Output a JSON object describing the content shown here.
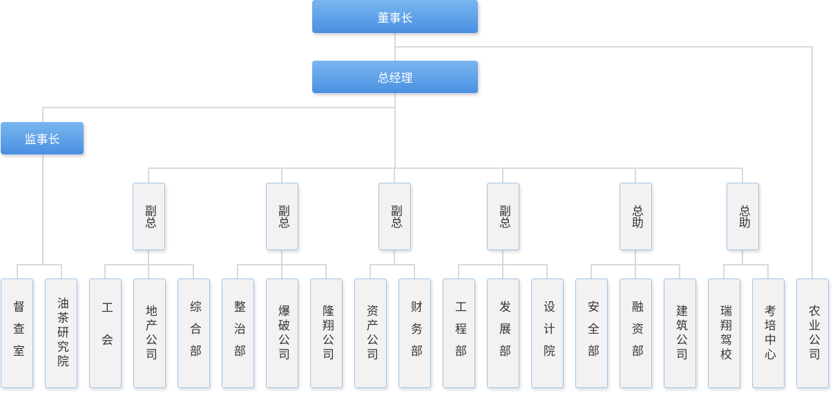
{
  "chairman": "董事长",
  "gm": "总经理",
  "supervisor": "监事长",
  "supervisor_children": [
    "督查室",
    "油茶研究院"
  ],
  "agriculture": "农业公司",
  "deputies": [
    {
      "label": "副总",
      "children": [
        "工会",
        "地产公司",
        "综合部"
      ]
    },
    {
      "label": "副总",
      "children": [
        "整治部",
        "爆破公司",
        "隆翔公司"
      ]
    },
    {
      "label": "副总",
      "children": [
        "资产公司",
        "财务部"
      ]
    },
    {
      "label": "副总",
      "children": [
        "工程部",
        "发展部",
        "设计院"
      ]
    },
    {
      "label": "总助",
      "children": [
        "安全部",
        "融资部",
        "建筑公司"
      ]
    },
    {
      "label": "总助",
      "children": [
        "瑞翔驾校",
        "考培中心"
      ]
    }
  ],
  "colors": {
    "line": "#d9d9d9",
    "blue_top": "#7ab6ef",
    "blue_bottom": "#4a90e2",
    "leaf_border": "#9cc3ea"
  }
}
